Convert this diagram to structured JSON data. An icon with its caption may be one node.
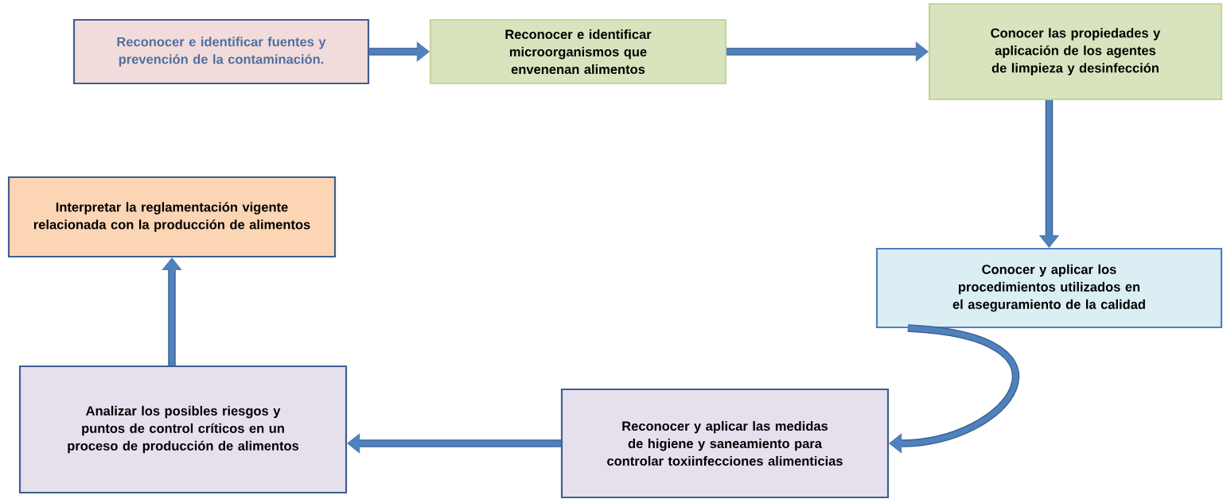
{
  "diagram": {
    "nodes": [
      {
        "text": [
          "Reconocer e identificar fuentes y prevención de la contaminación."
        ]
      },
      {
        "text": [
          "Reconocer e identificar microorganismos que envenenan alimentos"
        ]
      },
      {
        "text": [
          "Conocer las propiedades y aplicación de los agentes de limpieza y desinfección"
        ]
      },
      {
        "text": [
          "Conocer y aplicar los procedimientos utilizados en el aseguramiento de la calidad"
        ]
      },
      {
        "text": [
          "Reconocer y aplicar las medidas de higiene y saneamiento para controlar toxiinfecciones alimenticias"
        ]
      },
      {
        "text": [
          "Analizar los posibles riesgos y puntos de control críticos en un proceso de producción de alimentos"
        ]
      },
      {
        "text": [
          "Interpretar la reglamentación vigente relacionada con la producción de alimentos"
        ]
      }
    ],
    "edges": [
      {
        "from": 0,
        "to": 1,
        "arrow": "to"
      },
      {
        "from": 1,
        "to": 2,
        "arrow": "to"
      },
      {
        "from": 2,
        "to": 3,
        "arrow": "to"
      },
      {
        "from": 3,
        "to": 4,
        "arrow": "to"
      },
      {
        "from": 4,
        "to": 5,
        "arrow": "to"
      },
      {
        "from": 5,
        "to": 6,
        "arrow": "to"
      }
    ]
  }
}
